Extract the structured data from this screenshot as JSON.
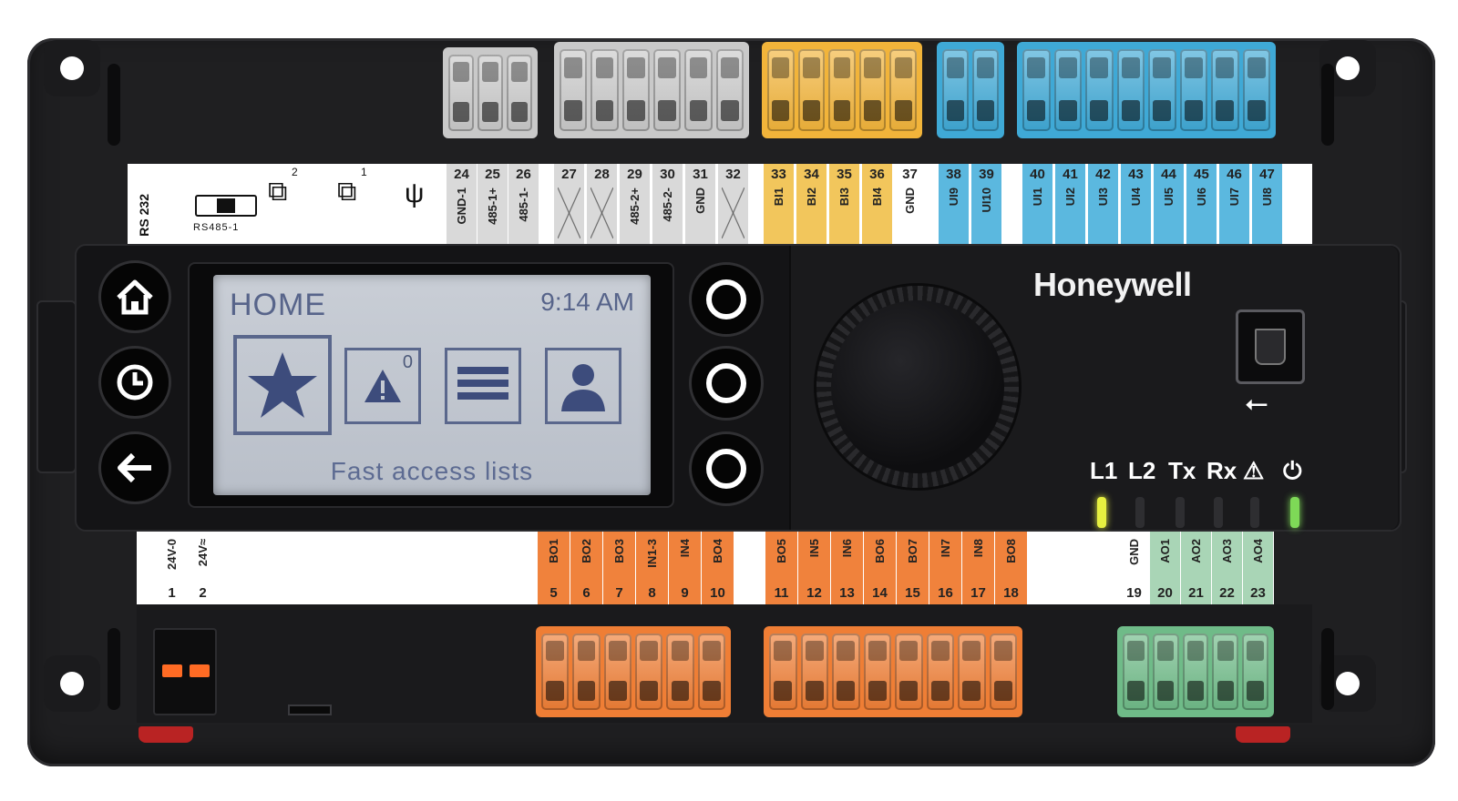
{
  "device": {
    "brand": "Honeywell",
    "colors": {
      "housing": "#1f1f21",
      "gray_terminal": "#c8c8c8",
      "yellow_terminal": "#f2b43a",
      "blue_terminal": "#3fa9d6",
      "orange_terminal": "#f0823c",
      "green_terminal": "#6fbb88",
      "led_l1": "#e6f040",
      "led_power": "#7ed957"
    }
  },
  "top_strip": {
    "rs232": "RS 232",
    "rs485": "RS485-1",
    "net_labels": [
      "2",
      "1"
    ],
    "usb_icon": "usb-icon",
    "terminals": [
      {
        "num": "24",
        "sig": "GND-1",
        "color": "#d9d9d9"
      },
      {
        "num": "25",
        "sig": "485-1+",
        "color": "#d9d9d9"
      },
      {
        "num": "26",
        "sig": "485-1-",
        "color": "#d9d9d9"
      },
      {
        "num": "27",
        "sig": "",
        "color": "#d9d9d9",
        "unused": true
      },
      {
        "num": "28",
        "sig": "",
        "color": "#d9d9d9",
        "unused": true
      },
      {
        "num": "29",
        "sig": "485-2+",
        "color": "#d9d9d9"
      },
      {
        "num": "30",
        "sig": "485-2-",
        "color": "#d9d9d9"
      },
      {
        "num": "31",
        "sig": "GND",
        "color": "#d9d9d9"
      },
      {
        "num": "32",
        "sig": "",
        "color": "#d9d9d9",
        "unused": true
      },
      {
        "num": "33",
        "sig": "BI1",
        "color": "#f2c65c"
      },
      {
        "num": "34",
        "sig": "BI2",
        "color": "#f2c65c"
      },
      {
        "num": "35",
        "sig": "BI3",
        "color": "#f2c65c"
      },
      {
        "num": "36",
        "sig": "BI4",
        "color": "#f2c65c"
      },
      {
        "num": "37",
        "sig": "GND",
        "color": "#ffffff"
      },
      {
        "num": "38",
        "sig": "UI9",
        "color": "#5bb8df"
      },
      {
        "num": "39",
        "sig": "UI10",
        "color": "#5bb8df"
      },
      {
        "num": "40",
        "sig": "UI1",
        "color": "#5bb8df"
      },
      {
        "num": "41",
        "sig": "UI2",
        "color": "#5bb8df"
      },
      {
        "num": "42",
        "sig": "UI3",
        "color": "#5bb8df"
      },
      {
        "num": "43",
        "sig": "UI4",
        "color": "#5bb8df"
      },
      {
        "num": "44",
        "sig": "UI5",
        "color": "#5bb8df"
      },
      {
        "num": "45",
        "sig": "UI6",
        "color": "#5bb8df"
      },
      {
        "num": "46",
        "sig": "UI7",
        "color": "#5bb8df"
      },
      {
        "num": "47",
        "sig": "UI8",
        "color": "#5bb8df"
      }
    ]
  },
  "lcd": {
    "title": "HOME",
    "time": "9:14 AM",
    "alarm_count": "0",
    "caption": "Fast access lists",
    "icons": [
      "star-icon",
      "alarm-icon",
      "list-icon",
      "user-icon"
    ]
  },
  "buttons": {
    "left": [
      "home-icon",
      "clock-icon",
      "back-arrow-icon"
    ],
    "right": [
      "softkey-1",
      "softkey-2",
      "softkey-3"
    ]
  },
  "leds": [
    {
      "label": "L1",
      "color": "#e6f040"
    },
    {
      "label": "L2",
      "color": "#2e2e31"
    },
    {
      "label": "Tx",
      "color": "#2e2e31"
    },
    {
      "label": "Rx",
      "color": "#2e2e31"
    },
    {
      "label": "⚠",
      "color": "#2e2e31"
    },
    {
      "label": "⏻",
      "color": "#7ed957"
    }
  ],
  "bottom_strip": {
    "power": [
      {
        "num": "1",
        "sig": "24V-0"
      },
      {
        "num": "2",
        "sig": "24V≈"
      }
    ],
    "outputs_a": [
      {
        "num": "5",
        "sig": "BO1"
      },
      {
        "num": "6",
        "sig": "BO2"
      },
      {
        "num": "7",
        "sig": "BO3"
      },
      {
        "num": "8",
        "sig": "IN1-3"
      },
      {
        "num": "9",
        "sig": "IN4"
      },
      {
        "num": "10",
        "sig": "BO4"
      }
    ],
    "outputs_b": [
      {
        "num": "11",
        "sig": "BO5"
      },
      {
        "num": "12",
        "sig": "IN5"
      },
      {
        "num": "13",
        "sig": "IN6"
      },
      {
        "num": "14",
        "sig": "BO6"
      },
      {
        "num": "15",
        "sig": "BO7"
      },
      {
        "num": "16",
        "sig": "IN7"
      },
      {
        "num": "17",
        "sig": "IN8"
      },
      {
        "num": "18",
        "sig": "BO8"
      }
    ],
    "analog": [
      {
        "num": "19",
        "sig": "GND",
        "color": "#ffffff"
      },
      {
        "num": "20",
        "sig": "AO1",
        "color": "#a9d5b6"
      },
      {
        "num": "21",
        "sig": "AO2",
        "color": "#a9d5b6"
      },
      {
        "num": "22",
        "sig": "AO3",
        "color": "#a9d5b6"
      },
      {
        "num": "23",
        "sig": "AO4",
        "color": "#a9d5b6"
      }
    ]
  }
}
